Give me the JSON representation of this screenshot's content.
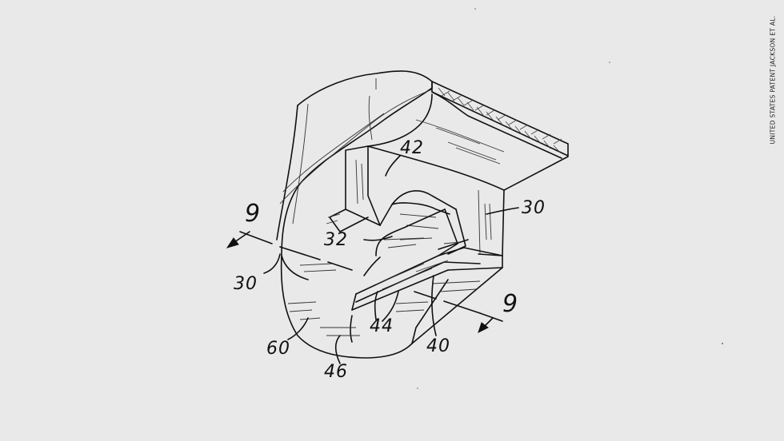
{
  "credit": "UNITED STATES PATENT JACKSON ET AL.",
  "labels": {
    "l42": "42",
    "l30_right": "30",
    "l32": "32",
    "l30_left": "30",
    "l60": "60",
    "l46": "46",
    "l44": "44",
    "l40": "40",
    "l9_left": "9",
    "l9_right": "9"
  }
}
